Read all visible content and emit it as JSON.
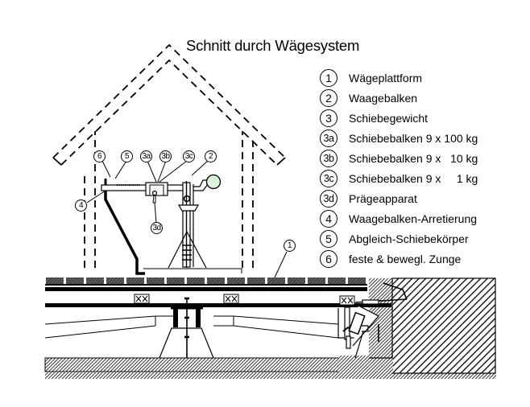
{
  "title": "Schnitt durch Wägesystem",
  "legend": [
    {
      "id": "1",
      "label": "Wägeplattform"
    },
    {
      "id": "2",
      "label": "Waagebalken"
    },
    {
      "id": "3",
      "label": "Schiebegewicht"
    },
    {
      "id": "3a",
      "label": "Schiebebalken 9 x 100 kg"
    },
    {
      "id": "3b",
      "label": "Schiebebalken 9 x   10 kg"
    },
    {
      "id": "3c",
      "label": "Schiebebalken 9 x     1 kg"
    },
    {
      "id": "3d",
      "label": "Prägeapparat"
    },
    {
      "id": "4",
      "label": "Waagebalken-Arretierung"
    },
    {
      "id": "5",
      "label": "Abgleich-Schiebekörper"
    },
    {
      "id": "6",
      "label": "feste & bewegl. Zunge"
    }
  ],
  "callouts": {
    "c6": "6",
    "c5": "5",
    "c3a": "3a",
    "c3b": "3b",
    "c3c": "3c",
    "c2": "2",
    "c4": "4",
    "c3d": "3d",
    "c1": "1"
  },
  "colors": {
    "counterweight": "#d9f2d9",
    "platform_tile": "#3a3a3a",
    "line": "#000000"
  }
}
